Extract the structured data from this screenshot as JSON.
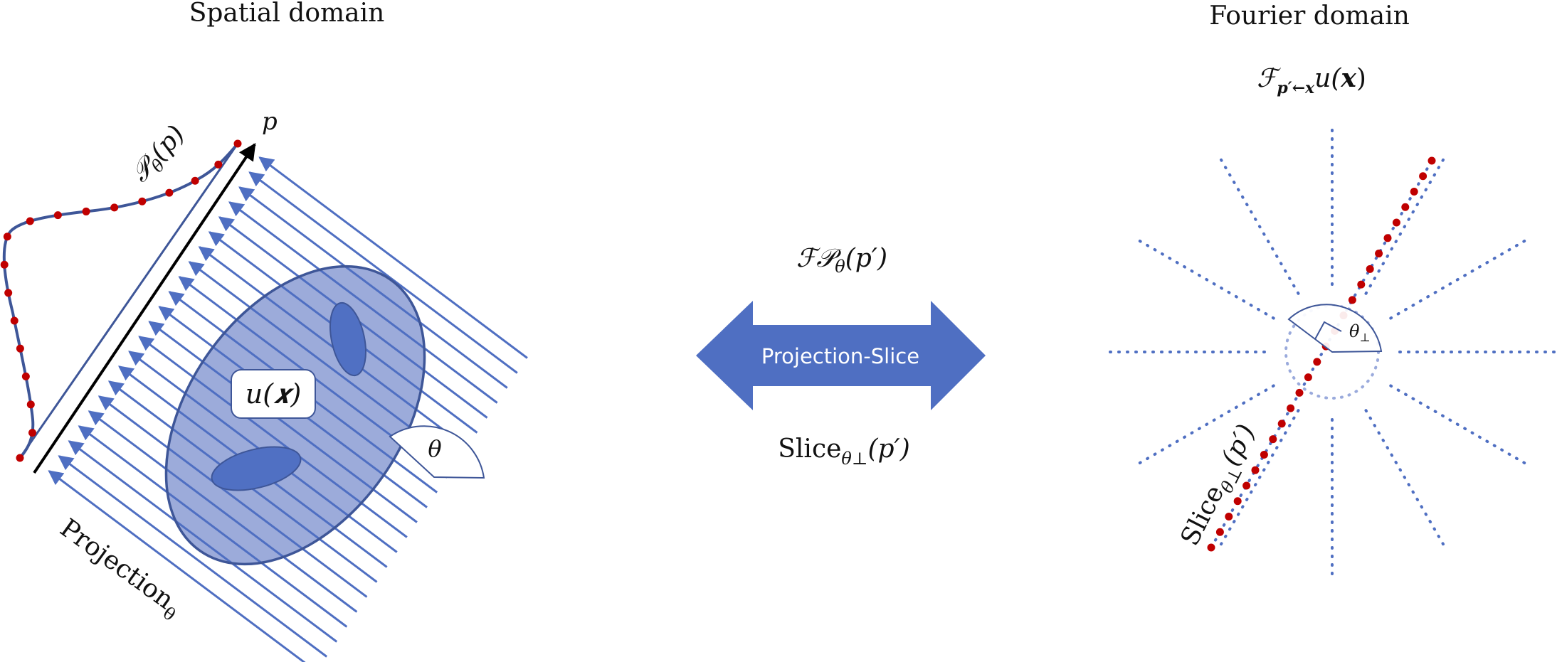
{
  "spatial": {
    "title": "Spatial domain",
    "function_label": "u(𝒙)",
    "axis_label": "p",
    "profile_label": "𝒫θ(p)",
    "projection_label": "Projectionθ",
    "angle_label": "θ"
  },
  "center": {
    "top_formula": "ℱ𝒫θ(p′)",
    "arrow_label": "Projection-Slice",
    "bottom_formula": "Sliceθ⊥(p′)"
  },
  "fourier": {
    "title": "Fourier domain",
    "formula": "ℱp′←𝒙 u(𝒙)",
    "slice_label": "Sliceθ⊥(p′)",
    "angle_label": "θ⊥"
  },
  "colors": {
    "blue": "#4f6fc2",
    "ellipse_fill": "#97a7d8",
    "inner_fill": "#5070c3",
    "dot_red": "#c00000",
    "curve": "#3e5698"
  }
}
